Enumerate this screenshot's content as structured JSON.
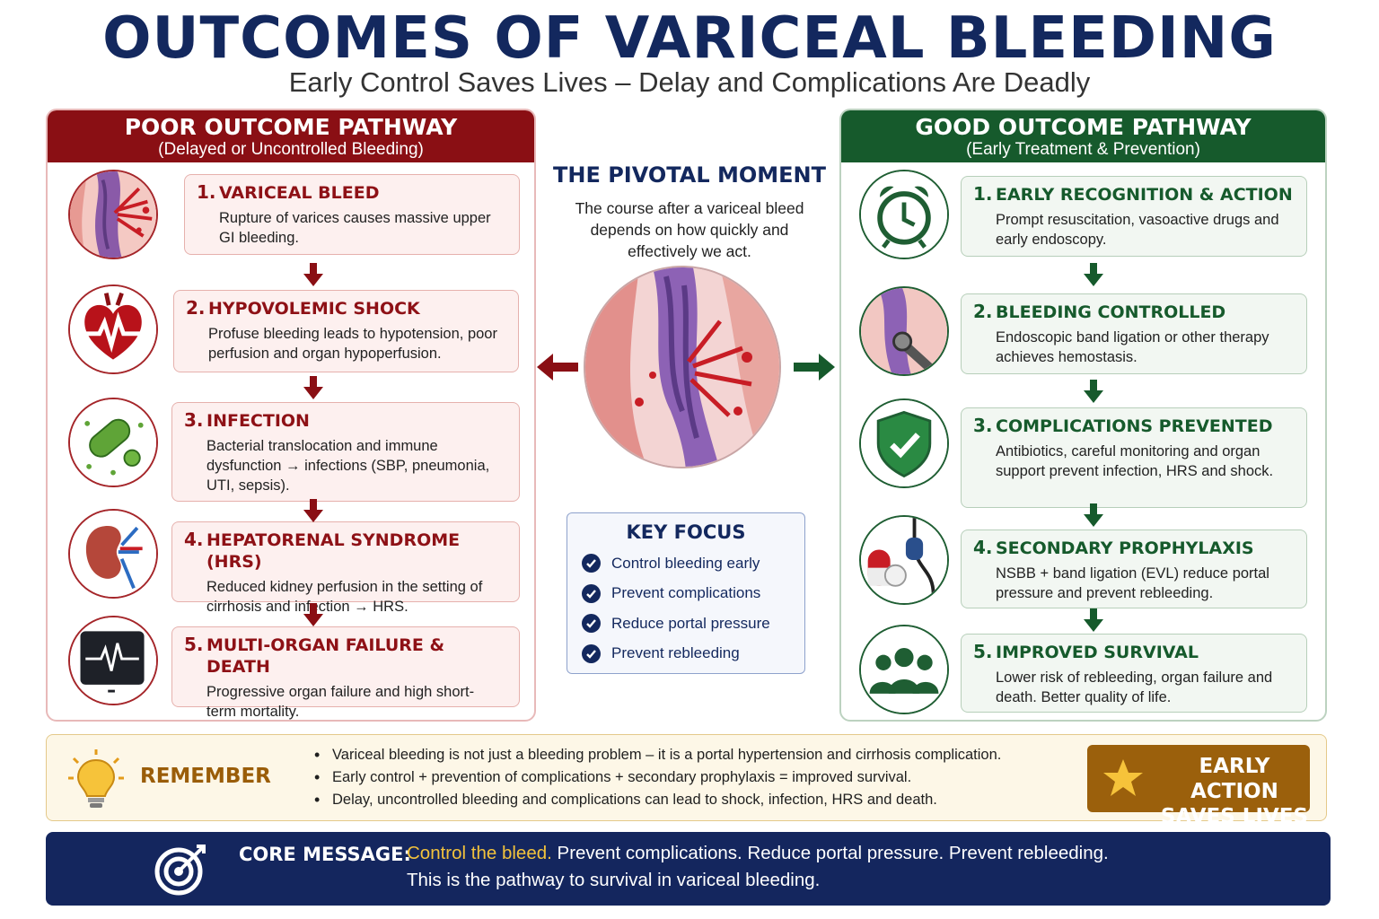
{
  "header": {
    "title": "OUTCOMES OF VARICEAL BLEEDING",
    "subtitle": "Early Control Saves Lives – Delay and Complications Are Deadly"
  },
  "poor": {
    "title": "POOR OUTCOME PATHWAY",
    "subtitle": "(Delayed or Uncontrolled Bleeding)",
    "steps": [
      {
        "num": "1.",
        "title": "VARICEAL BLEED",
        "desc": "Rupture of varices causes massive upper GI bleeding.",
        "icon": "ruptured-varix-icon"
      },
      {
        "num": "2.",
        "title": "HYPOVOLEMIC SHOCK",
        "desc": "Profuse bleeding leads to hypotension, poor perfusion and organ hypoperfusion.",
        "icon": "heart-pulse-icon"
      },
      {
        "num": "3.",
        "title": "INFECTION",
        "desc": "Bacterial translocation and immune dysfunction → infections (SBP, pneumonia, UTI, sepsis).",
        "icon": "bacteria-icon"
      },
      {
        "num": "4.",
        "title": "HEPATORENAL SYNDROME (HRS)",
        "desc": "Reduced kidney perfusion in the setting of cirrhosis and infection → HRS.",
        "icon": "kidney-icon"
      },
      {
        "num": "5.",
        "title": "MULTI-ORGAN FAILURE & DEATH",
        "desc": "Progressive organ failure and high short-term mortality.",
        "icon": "ecg-monitor-icon"
      }
    ]
  },
  "good": {
    "title": "GOOD OUTCOME PATHWAY",
    "subtitle": "(Early Treatment & Prevention)",
    "steps": [
      {
        "num": "1.",
        "title": "EARLY RECOGNITION & ACTION",
        "desc": "Prompt resuscitation, vasoactive drugs and early endoscopy.",
        "icon": "alarm-clock-icon"
      },
      {
        "num": "2.",
        "title": "BLEEDING CONTROLLED",
        "desc": "Endoscopic band ligation or other therapy achieves hemostasis.",
        "icon": "endoscope-band-icon"
      },
      {
        "num": "3.",
        "title": "COMPLICATIONS PREVENTED",
        "desc": "Antibiotics, careful monitoring and organ support prevent infection, HRS and shock.",
        "icon": "shield-check-icon"
      },
      {
        "num": "4.",
        "title": "SECONDARY PROPHYLAXIS",
        "desc": "NSBB + band ligation (EVL) reduce portal pressure and prevent rebleeding.",
        "icon": "pill-endoscope-icon"
      },
      {
        "num": "5.",
        "title": "IMPROVED SURVIVAL",
        "desc": "Lower risk of rebleeding, organ failure and death. Better quality of life.",
        "icon": "people-group-icon"
      }
    ]
  },
  "pivot": {
    "title": "THE PIVOTAL MOMENT",
    "text": "The course after a variceal bleed depends on how quickly and effectively we act."
  },
  "key_focus": {
    "title": "KEY FOCUS",
    "items": [
      "Control bleeding early",
      "Prevent complications",
      "Reduce portal pressure",
      "Prevent rebleeding"
    ]
  },
  "remember": {
    "label": "REMEMBER",
    "bullets": [
      "Variceal bleeding is not just a bleeding problem – it is a portal hypertension and cirrhosis complication.",
      "Early control + prevention of complications + secondary prophylaxis = improved survival.",
      "Delay, uncontrolled bleeding and complications can lead to shock, infection, HRS and death."
    ],
    "badge_line1": "EARLY ACTION",
    "badge_line2": "SAVES LIVES"
  },
  "core": {
    "label": "CORE MESSAGE:",
    "highlight": "Control the bleed.",
    "line1_rest": " Prevent complications. Reduce portal pressure. Prevent rebleeding.",
    "line2": "This is the pathway to survival in variceal bleeding."
  },
  "colors": {
    "navy": "#13285e",
    "poor_red": "#8a0f14",
    "good_green": "#165a2c",
    "gold": "#9b600c",
    "highlight_yellow": "#f2c23c"
  }
}
